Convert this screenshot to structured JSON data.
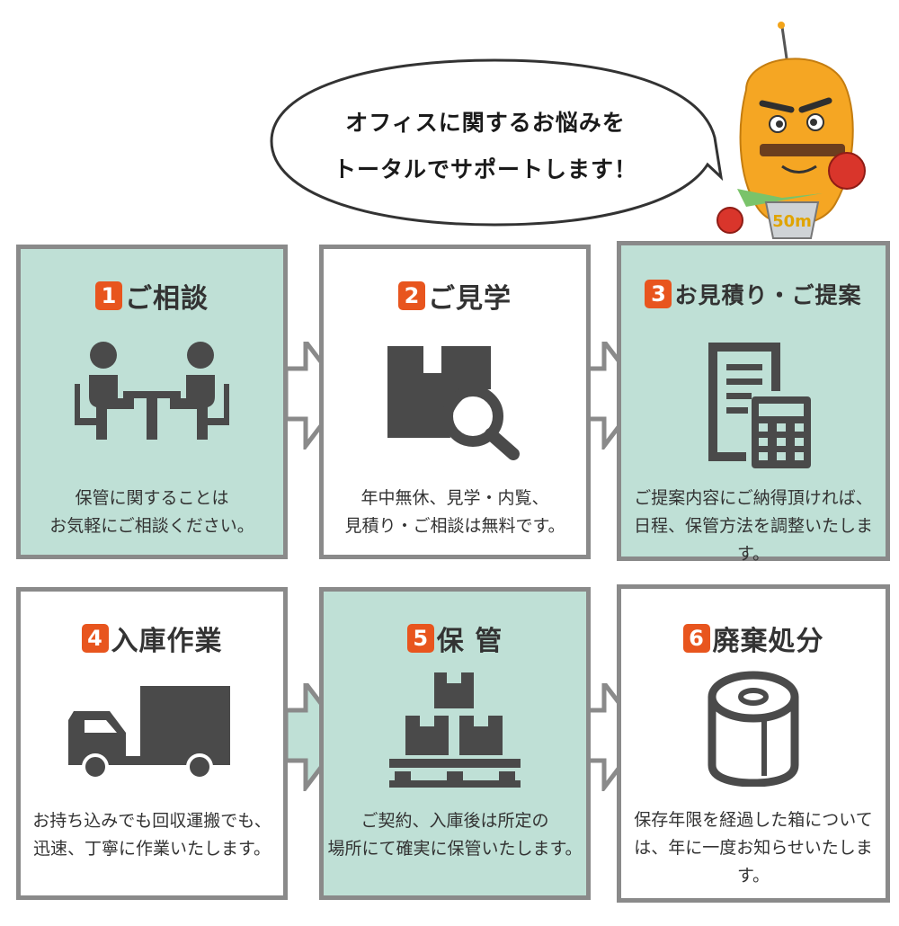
{
  "bubble": {
    "line1": "オフィスに関するお悩みを",
    "line2": "トータルでサポートします！"
  },
  "mascot": {
    "badge_text": "50m",
    "icon": "mascot-character"
  },
  "colors": {
    "mint": "#bfe0d6",
    "border": "#8a8a8a",
    "badge": "#e8551e",
    "icon": "#4a4a4a"
  },
  "steps": [
    {
      "num": "1",
      "title": "ご相談",
      "desc1": "保管に関することは",
      "desc2": "お気軽にご相談ください。",
      "icon": "consultation-icon"
    },
    {
      "num": "2",
      "title": "ご見学",
      "desc1": "年中無休、見学・内覧、",
      "desc2": "見積り・ご相談は無料です。",
      "icon": "box-search-icon"
    },
    {
      "num": "3",
      "title": "お見積り・ご提案",
      "desc1": "ご提案内容にご納得頂ければ、",
      "desc2": "日程、保管方法を調整いたします。",
      "icon": "document-calculator-icon"
    },
    {
      "num": "4",
      "title": "入庫作業",
      "desc1": "お持ち込みでも回収運搬でも、",
      "desc2": "迅速、丁寧に作業いたします。",
      "icon": "truck-icon"
    },
    {
      "num": "5",
      "title": "保 管",
      "desc1": "ご契約、入庫後は所定の",
      "desc2": "場所にて確実に保管いたします。",
      "icon": "pallet-boxes-icon"
    },
    {
      "num": "6",
      "title": "廃棄処分",
      "desc1": "保存年限を経過した箱について",
      "desc2": "は、年に一度お知らせいたします。",
      "icon": "paper-roll-icon"
    }
  ]
}
